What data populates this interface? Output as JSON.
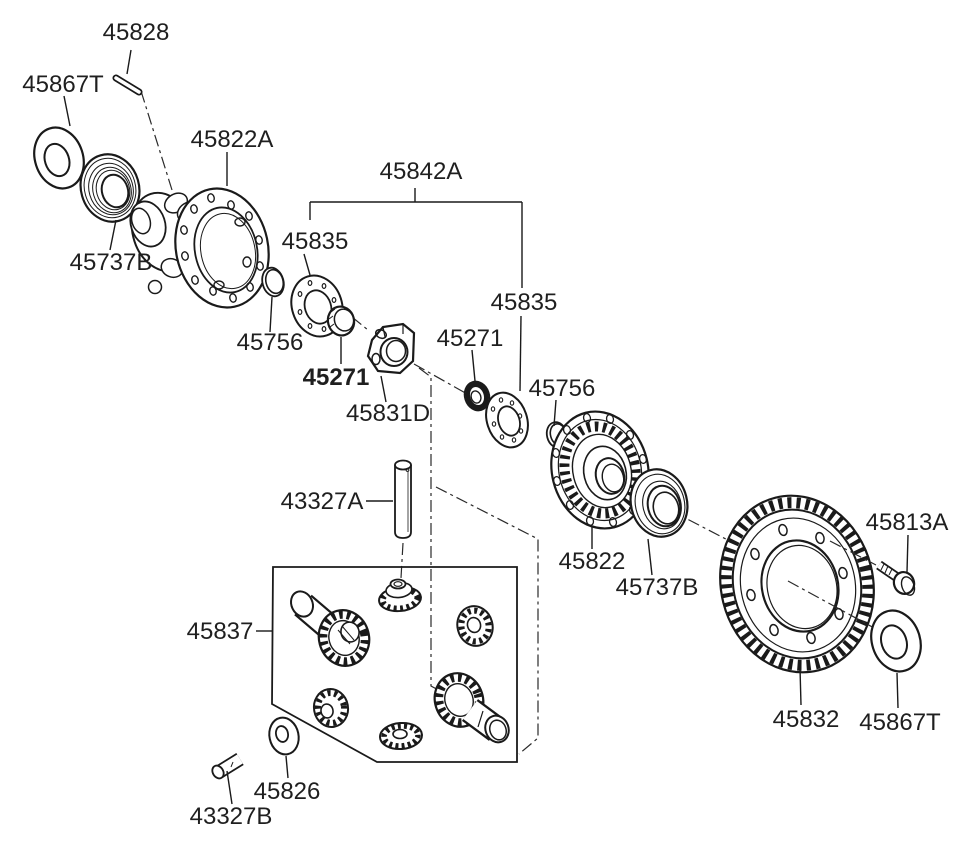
{
  "diagram": {
    "kind": "exploded-parts-diagram",
    "subject": "differential gear assembly",
    "colors": {
      "background": "#ffffff",
      "line": "#1a1a1a",
      "text": "#1f1f1f"
    },
    "labels": [
      {
        "id": "l-45828",
        "text": "45828"
      },
      {
        "id": "l-45867T-left",
        "text": "45867T"
      },
      {
        "id": "l-45822A",
        "text": "45822A"
      },
      {
        "id": "l-45842A",
        "text": "45842A"
      },
      {
        "id": "l-45835-left",
        "text": "45835"
      },
      {
        "id": "l-45737B-left",
        "text": "45737B"
      },
      {
        "id": "l-45756-left",
        "text": "45756"
      },
      {
        "id": "l-45271-left",
        "text": "45271"
      },
      {
        "id": "l-45831D",
        "text": "45831D"
      },
      {
        "id": "l-45271-right",
        "text": "45271"
      },
      {
        "id": "l-45835-right",
        "text": "45835"
      },
      {
        "id": "l-45756-right",
        "text": "45756"
      },
      {
        "id": "l-43327A",
        "text": "43327A"
      },
      {
        "id": "l-45822",
        "text": "45822"
      },
      {
        "id": "l-45737B-right",
        "text": "45737B"
      },
      {
        "id": "l-45813A",
        "text": "45813A"
      },
      {
        "id": "l-45837",
        "text": "45837"
      },
      {
        "id": "l-45832",
        "text": "45832"
      },
      {
        "id": "l-45867T-right",
        "text": "45867T"
      },
      {
        "id": "l-45826",
        "text": "45826"
      },
      {
        "id": "l-43327B",
        "text": "43327B"
      }
    ]
  }
}
